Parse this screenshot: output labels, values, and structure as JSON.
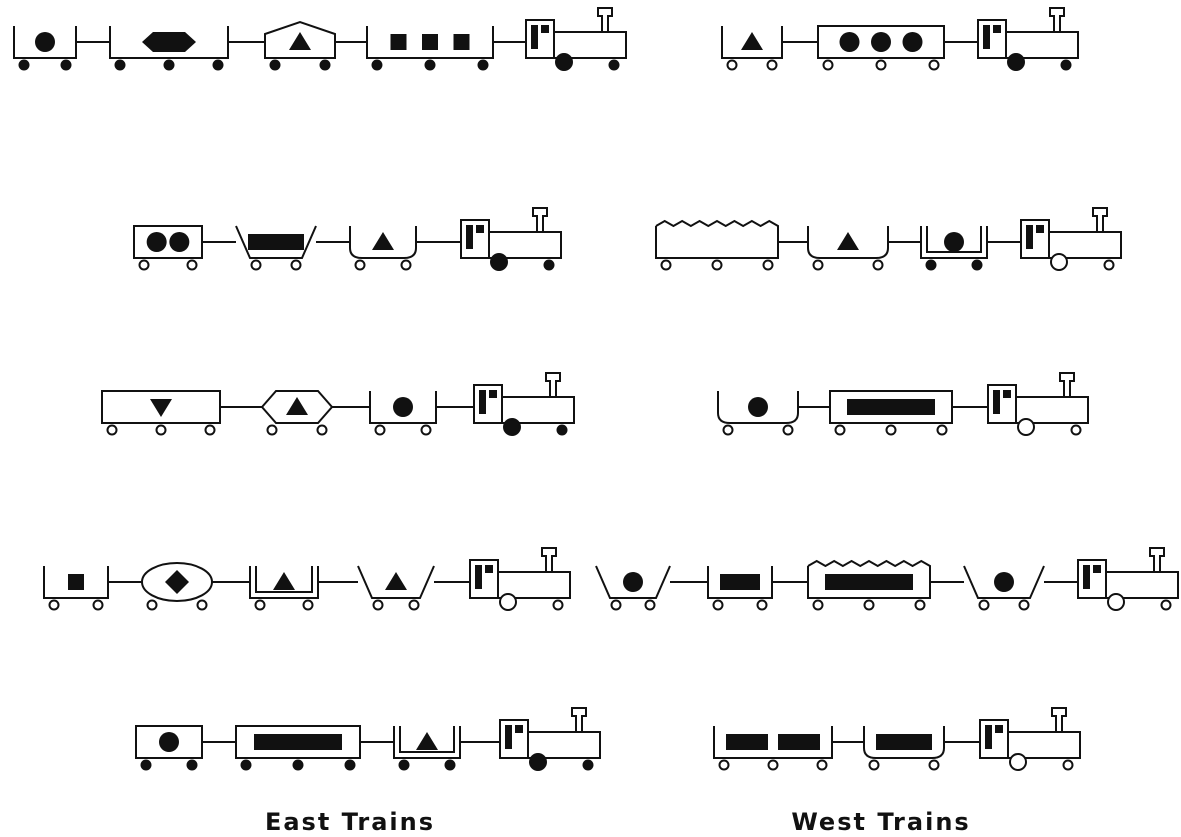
{
  "captions": {
    "east": "East Trains",
    "west": "West Trains"
  },
  "colors": {
    "ink": "#111111",
    "background": "#ffffff"
  },
  "trains": [
    {
      "group": "east",
      "cars": [
        {
          "shape": "open-rectangle",
          "wheels": "filled",
          "load": [
            "circle"
          ]
        },
        {
          "shape": "open-rectangle",
          "wheels": "filled",
          "load": [
            "hexagon"
          ]
        },
        {
          "shape": "peaked-roof",
          "wheels": "filled",
          "load": [
            "triangle"
          ]
        },
        {
          "shape": "open-rectangle",
          "wheels": "filled",
          "load": [
            "square",
            "square",
            "square"
          ]
        },
        {
          "shape": "engine",
          "wheels": "filled"
        }
      ]
    },
    {
      "group": "west",
      "cars": [
        {
          "shape": "open-rectangle",
          "wheels": "hollow",
          "load": [
            "triangle"
          ]
        },
        {
          "shape": "closed-rectangle",
          "wheels": "hollow",
          "load": [
            "circle",
            "circle",
            "circle"
          ]
        },
        {
          "shape": "engine",
          "wheels": "filled"
        }
      ]
    },
    {
      "group": "east",
      "cars": [
        {
          "shape": "closed-rectangle",
          "wheels": "hollow",
          "load": [
            "circle",
            "circle"
          ]
        },
        {
          "shape": "hopper",
          "wheels": "hollow",
          "load": [
            "long-rectangle"
          ]
        },
        {
          "shape": "u-shaped",
          "wheels": "hollow",
          "load": [
            "triangle"
          ]
        },
        {
          "shape": "engine",
          "wheels": "filled"
        }
      ]
    },
    {
      "group": "west",
      "cars": [
        {
          "shape": "jagged-top",
          "wheels": "hollow",
          "load": []
        },
        {
          "shape": "u-shaped",
          "wheels": "hollow",
          "load": [
            "triangle"
          ]
        },
        {
          "shape": "double-wall",
          "wheels": "filled",
          "load": [
            "circle"
          ]
        },
        {
          "shape": "engine",
          "wheels": "hollow"
        }
      ]
    },
    {
      "group": "east",
      "cars": [
        {
          "shape": "closed-rectangle",
          "wheels": "hollow",
          "load": [
            "inverted-triangle"
          ]
        },
        {
          "shape": "hexagon",
          "wheels": "hollow",
          "load": [
            "triangle"
          ]
        },
        {
          "shape": "open-rectangle",
          "wheels": "hollow",
          "load": [
            "circle"
          ]
        },
        {
          "shape": "engine",
          "wheels": "filled"
        }
      ]
    },
    {
      "group": "west",
      "cars": [
        {
          "shape": "u-shaped",
          "wheels": "hollow",
          "load": [
            "circle"
          ]
        },
        {
          "shape": "closed-rectangle",
          "wheels": "hollow",
          "load": [
            "long-rectangle"
          ]
        },
        {
          "shape": "engine",
          "wheels": "hollow"
        }
      ]
    },
    {
      "group": "east",
      "cars": [
        {
          "shape": "open-rectangle",
          "wheels": "hollow",
          "load": [
            "square"
          ]
        },
        {
          "shape": "ellipse",
          "wheels": "hollow",
          "load": [
            "diamond"
          ]
        },
        {
          "shape": "double-wall",
          "wheels": "hollow",
          "load": [
            "triangle"
          ]
        },
        {
          "shape": "hopper",
          "wheels": "hollow",
          "load": [
            "triangle"
          ]
        },
        {
          "shape": "engine",
          "wheels": "hollow"
        }
      ]
    },
    {
      "group": "west",
      "cars": [
        {
          "shape": "hopper",
          "wheels": "hollow",
          "load": [
            "circle"
          ]
        },
        {
          "shape": "open-rectangle",
          "wheels": "hollow",
          "load": [
            "long-rectangle"
          ]
        },
        {
          "shape": "jagged-top",
          "wheels": "hollow",
          "load": [
            "long-rectangle"
          ]
        },
        {
          "shape": "hopper",
          "wheels": "hollow",
          "load": [
            "circle"
          ]
        },
        {
          "shape": "engine",
          "wheels": "hollow"
        }
      ]
    },
    {
      "group": "east",
      "cars": [
        {
          "shape": "closed-rectangle",
          "wheels": "filled",
          "load": [
            "circle"
          ]
        },
        {
          "shape": "closed-rectangle",
          "wheels": "filled",
          "load": [
            "long-rectangle"
          ]
        },
        {
          "shape": "double-wall",
          "wheels": "filled",
          "load": [
            "triangle"
          ]
        },
        {
          "shape": "engine",
          "wheels": "filled"
        }
      ]
    },
    {
      "group": "west",
      "cars": [
        {
          "shape": "open-rectangle",
          "wheels": "hollow",
          "load": [
            "long-rectangle",
            "long-rectangle"
          ]
        },
        {
          "shape": "u-shaped",
          "wheels": "hollow",
          "load": [
            "long-rectangle"
          ]
        },
        {
          "shape": "engine",
          "wheels": "hollow"
        }
      ]
    }
  ]
}
